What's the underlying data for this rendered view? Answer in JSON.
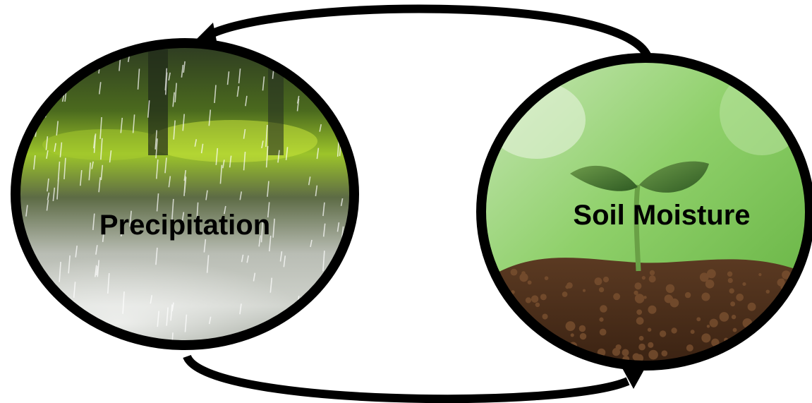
{
  "diagram": {
    "nodes": [
      {
        "id": "precipitation",
        "label": "Precipitation",
        "image": "rain-photo"
      },
      {
        "id": "soil-moisture",
        "label": "Soil Moisture",
        "image": "seedling-in-soil-photo"
      }
    ],
    "edges": [
      {
        "from": "soil-moisture",
        "to": "precipitation",
        "route": "top"
      },
      {
        "from": "precipitation",
        "to": "soil-moisture",
        "route": "bottom"
      }
    ],
    "colors": {
      "outline": "#000000",
      "label": "#000000",
      "background": "#ffffff"
    }
  }
}
